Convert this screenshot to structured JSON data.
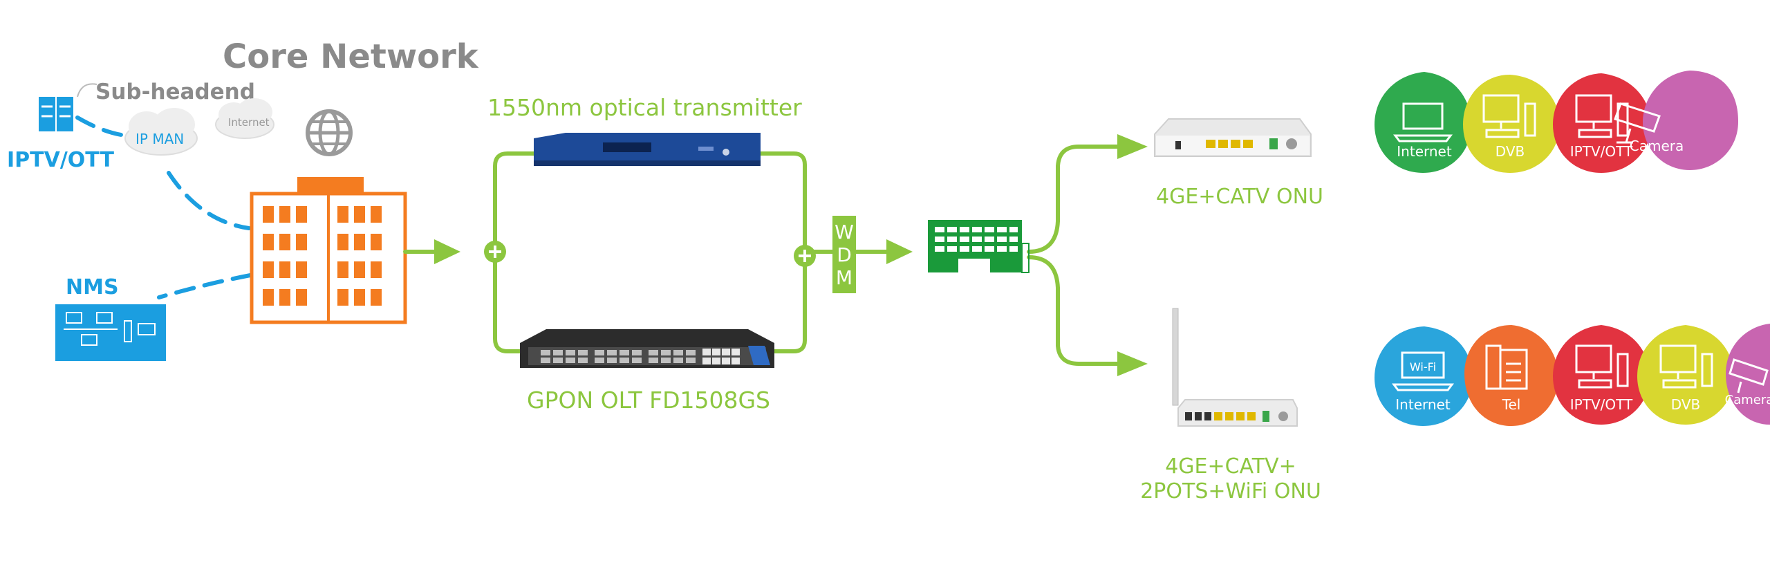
{
  "labels": {
    "core_network": "Core Network",
    "sub_headend": "Sub-headend",
    "iptv_ott": "IPTV/OTT",
    "ip_man": "IP MAN",
    "internet_cloud": "Internet",
    "nms": "NMS",
    "transmitter": "1550nm optical transmitter",
    "olt": "GPON OLT FD1508GS",
    "wdm_w": "W",
    "wdm_d": "D",
    "wdm_m": "M",
    "onu_top": "4GE+CATV ONU",
    "onu_bottom_line1": "4GE+CATV+",
    "onu_bottom_line2": "2POTS+WiFi ONU",
    "wifi": "Wi-Fi"
  },
  "services_top": [
    {
      "label": "Internet",
      "color": "#2faa4e",
      "icon": "laptop-icon"
    },
    {
      "label": "DVB",
      "color": "#d8d72f",
      "icon": "tv-remote-icon"
    },
    {
      "label": "IPTV/OTT",
      "color": "#e23340",
      "icon": "tv-remote-icon"
    },
    {
      "label": "Camera",
      "color": "#c865b0",
      "icon": "camera-icon"
    }
  ],
  "services_bottom": [
    {
      "label": "Internet",
      "color": "#2aa5dc",
      "icon": "wifi-laptop-icon"
    },
    {
      "label": "Tel",
      "color": "#ef6d31",
      "icon": "telephone-icon"
    },
    {
      "label": "IPTV/OTT",
      "color": "#e23340",
      "icon": "tv-remote-icon"
    },
    {
      "label": "DVB",
      "color": "#d8d72f",
      "icon": "tv-remote-icon"
    },
    {
      "label": "Camera",
      "color": "#c865b0",
      "icon": "camera-icon"
    }
  ],
  "colors": {
    "green": "#8cc63f",
    "blue": "#1b9ee0",
    "orange": "#f47c20",
    "gray_text": "#8a8a8a",
    "splitter_green": "#1a9a3a"
  }
}
